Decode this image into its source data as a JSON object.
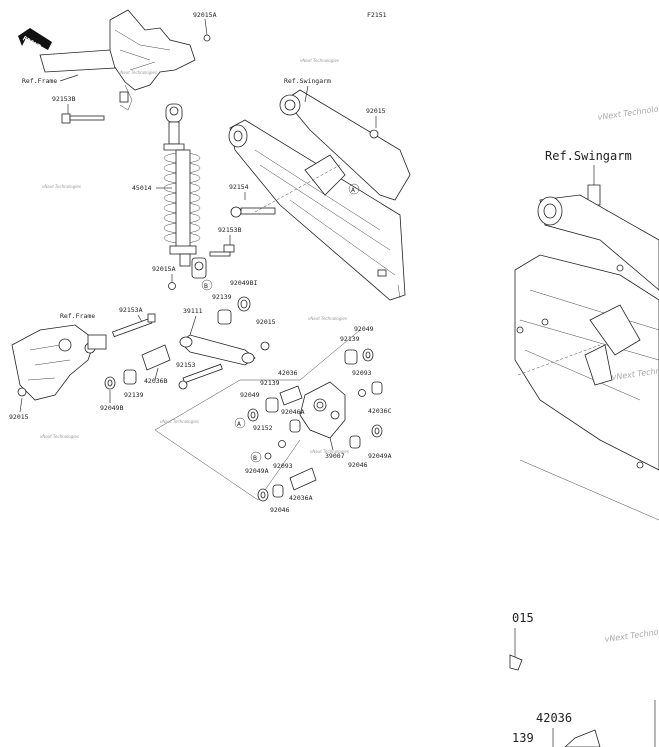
{
  "diagram_code": "F2151",
  "front_label": "FRONT",
  "ref_frame_top": "Ref.Frame",
  "ref_frame_bottom": "Ref.Frame",
  "ref_swingarm": "Ref.Swingarm",
  "watermark": "vNext Technologies",
  "parts": {
    "p92015A_top": "92015A",
    "p92153B_top": "92153B",
    "p45014": "45014",
    "p92154": "92154",
    "p92015_right": "92015",
    "p92153B_mid": "92153B",
    "p92015A_mid": "92015A",
    "p92049BI": "92049BI",
    "p92139_a": "92139",
    "p39111": "39111",
    "p92015_mid": "92015",
    "p92153A": "92153A",
    "p92153": "92153",
    "p42036B": "42036B",
    "p92139_b": "92139",
    "p92049B": "92049B",
    "p92015_left": "92015",
    "p92049_r": "92049",
    "p92139_r": "92139",
    "p42036": "42036",
    "p92139_c": "92139",
    "p92049_l": "92049",
    "p92046A": "92046A",
    "p92093_r": "92093",
    "p42036C": "42036C",
    "p92152": "92152",
    "p92093_b": "92093",
    "p39007": "39007",
    "p92046_r": "92046",
    "p92049A_r": "92049A",
    "p92049A_l": "92049A",
    "p42036A": "42036A",
    "p92046_b": "92046"
  },
  "callouts": {
    "A": "A",
    "B": "B"
  },
  "zoom": {
    "ref_swingarm": "Ref.Swingarm",
    "frag_015": "015",
    "frag_42036": "42036",
    "frag_139": "139"
  }
}
